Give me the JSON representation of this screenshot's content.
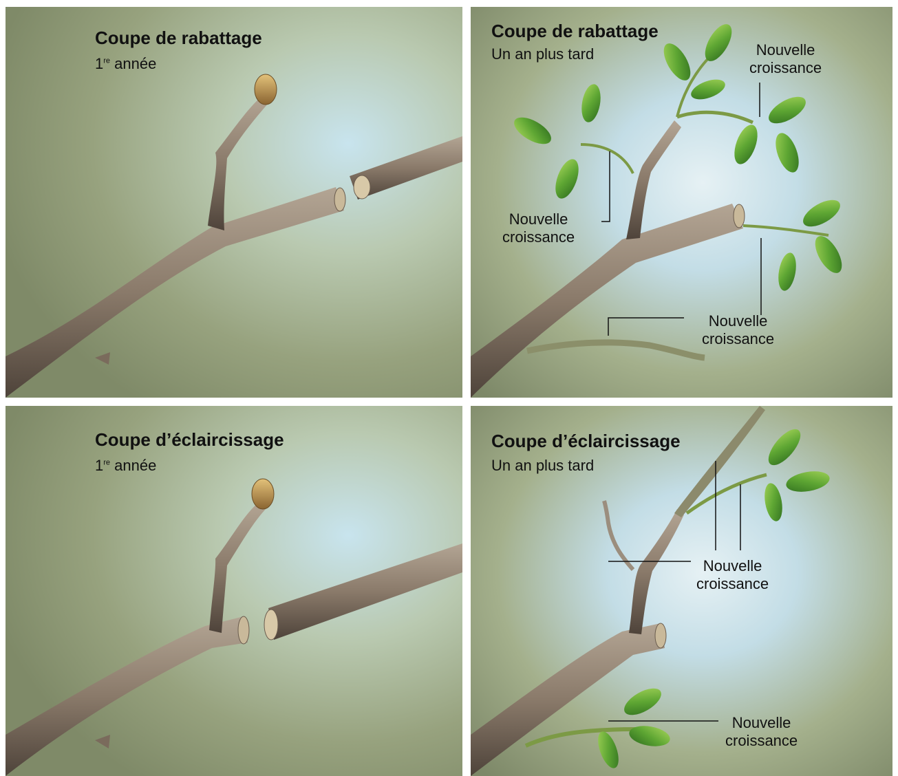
{
  "colors": {
    "bark": "#8a7a6a",
    "bark_dark": "#5e5247",
    "leaf": "#4e9a2c",
    "leaf_light": "#8cc63f",
    "new_stem": "#7f8f4e",
    "bg_green": "#9aa784",
    "bg_blue": "#bfe0ee"
  },
  "panels": {
    "top_left": {
      "title": "Coupe de rabattage",
      "subtitle_prefix": "1",
      "subtitle_sup": "re",
      "subtitle_suffix": " année"
    },
    "top_right": {
      "title": "Coupe de rabattage",
      "subtitle": "Un an plus tard",
      "labels": [
        {
          "line1": "Nouvelle",
          "line2": "croissance"
        },
        {
          "line1": "Nouvelle",
          "line2": "croissance"
        },
        {
          "line1": "Nouvelle",
          "line2": "croissance"
        }
      ]
    },
    "bottom_left": {
      "title": "Coupe d’éclaircissage",
      "subtitle_prefix": "1",
      "subtitle_sup": "re",
      "subtitle_suffix": " année"
    },
    "bottom_right": {
      "title": "Coupe d’éclaircissage",
      "subtitle": "Un an plus tard",
      "labels": [
        {
          "line1": "Nouvelle",
          "line2": "croissance"
        },
        {
          "line1": "Nouvelle",
          "line2": "croissance"
        }
      ]
    }
  }
}
